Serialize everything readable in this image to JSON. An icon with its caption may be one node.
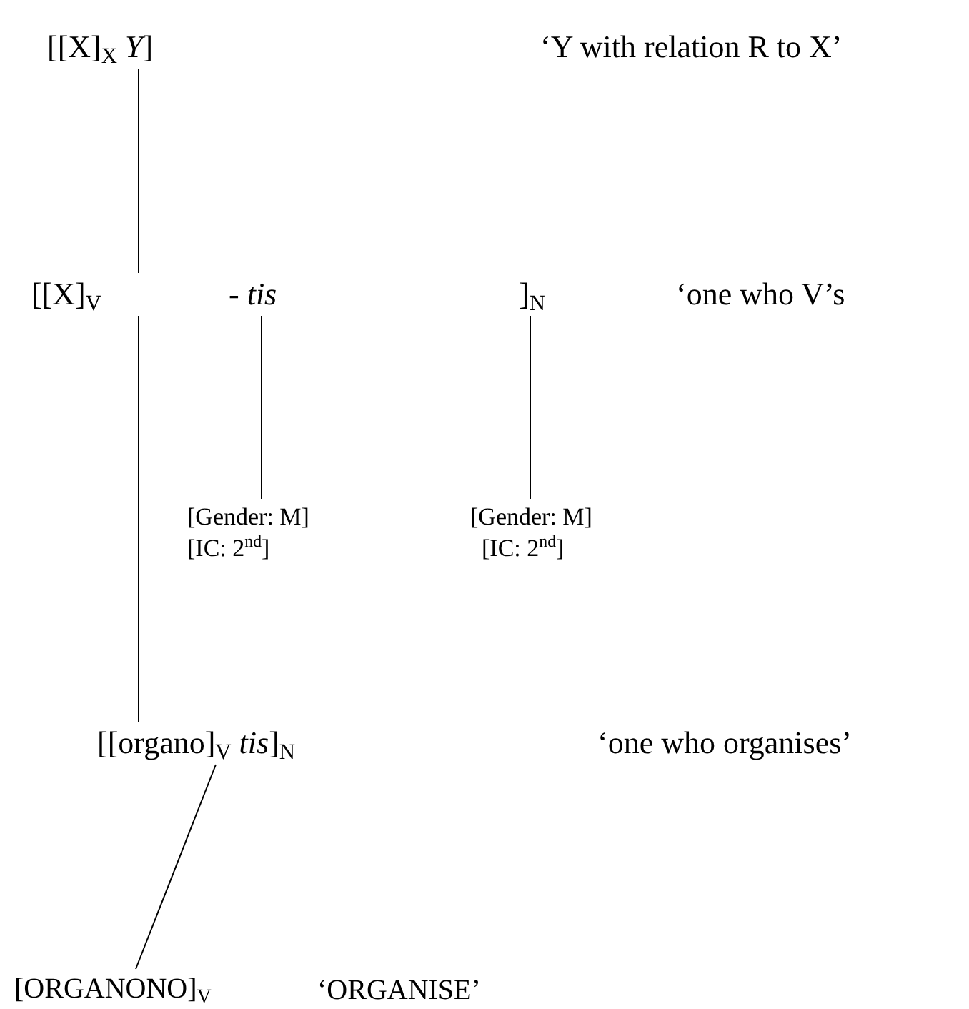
{
  "diagram": {
    "nodes": [
      {
        "text": [
          "[[X]$_{X}$ *Y*]"
        ]
      },
      {
        "text": [
          "[[X]$_{V}$"
        ]
      },
      {
        "text": [
          "- *tis*"
        ]
      },
      {
        "text": [
          "]$_{N}$"
        ]
      },
      {
        "text": [
          "[Gender: M]",
          "[IC: 2$^{nd}$]"
        ]
      },
      {
        "text": [
          "[Gender: M]",
          "[IC: 2$^{nd}$]"
        ]
      },
      {
        "text": [
          "[[organo]$_{V}$ *tis*]$_{N}$"
        ]
      },
      {
        "text": [
          "[ORGANONO]$_{V}$"
        ]
      }
    ],
    "edges": [
      {
        "from": 0,
        "to": 1,
        "arrow": "none"
      },
      {
        "from": 1,
        "to": 6,
        "arrow": "none"
      },
      {
        "from": 2,
        "to": 4,
        "arrow": "none"
      },
      {
        "from": 3,
        "to": 5,
        "arrow": "none"
      },
      {
        "from": 6,
        "to": 7,
        "arrow": "none"
      }
    ],
    "labels": [
      "‘Y with relation R to X’",
      "‘one who V’s",
      "‘one who organises’",
      "‘ORGANISE’"
    ]
  }
}
